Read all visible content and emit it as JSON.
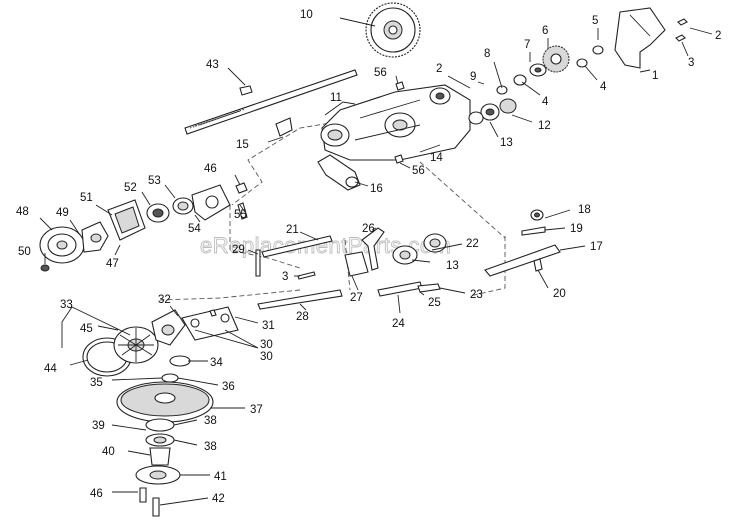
{
  "watermark": "eReplacementParts.com",
  "callouts": [
    "1",
    "2",
    "3",
    "4",
    "5",
    "6",
    "7",
    "8",
    "9",
    "10",
    "11",
    "12",
    "13",
    "14",
    "15",
    "16",
    "17",
    "18",
    "19",
    "20",
    "21",
    "22",
    "23",
    "24",
    "25",
    "26",
    "27",
    "28",
    "29",
    "30",
    "31",
    "32",
    "33",
    "34",
    "35",
    "36",
    "37",
    "38",
    "39",
    "40",
    "41",
    "42",
    "43",
    "44",
    "45",
    "46",
    "47",
    "48",
    "49",
    "50",
    "51",
    "52",
    "53",
    "54",
    "55",
    "56"
  ],
  "extra_callouts": {
    "2b": "2",
    "3b": "3",
    "4b": "4",
    "13b": "13",
    "30b": "30",
    "38b": "38",
    "46b": "46",
    "56b": "56"
  }
}
